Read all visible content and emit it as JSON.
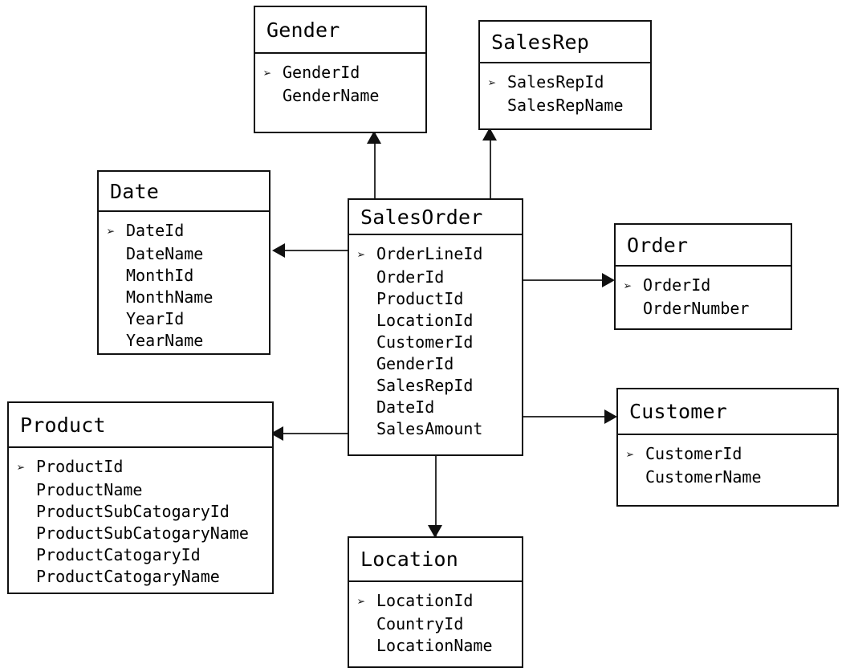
{
  "diagram": {
    "type": "entity-relationship-diagram",
    "key_marker": "➢",
    "line_color": "#333333",
    "border_color": "#111111",
    "background_color": "#ffffff",
    "entities": [
      {
        "id": "gender",
        "name": "Gender",
        "fields": [
          {
            "name": "GenderId",
            "key": true
          },
          {
            "name": "GenderName",
            "key": false
          }
        ]
      },
      {
        "id": "salesrep",
        "name": "SalesRep",
        "fields": [
          {
            "name": "SalesRepId",
            "key": true
          },
          {
            "name": "SalesRepName",
            "key": false
          }
        ]
      },
      {
        "id": "date",
        "name": "Date",
        "fields": [
          {
            "name": "DateId",
            "key": true
          },
          {
            "name": "DateName",
            "key": false
          },
          {
            "name": "MonthId",
            "key": false
          },
          {
            "name": "MonthName",
            "key": false
          },
          {
            "name": "YearId",
            "key": false
          },
          {
            "name": "YearName",
            "key": false
          }
        ]
      },
      {
        "id": "salesorder",
        "name": "SalesOrder",
        "fields": [
          {
            "name": "OrderLineId",
            "key": true
          },
          {
            "name": "OrderId",
            "key": false
          },
          {
            "name": "ProductId",
            "key": false
          },
          {
            "name": "LocationId",
            "key": false
          },
          {
            "name": "CustomerId",
            "key": false
          },
          {
            "name": "GenderId",
            "key": false
          },
          {
            "name": "SalesRepId",
            "key": false
          },
          {
            "name": "DateId",
            "key": false
          },
          {
            "name": "SalesAmount",
            "key": false
          }
        ]
      },
      {
        "id": "order",
        "name": "Order",
        "fields": [
          {
            "name": "OrderId",
            "key": true
          },
          {
            "name": "OrderNumber",
            "key": false
          }
        ]
      },
      {
        "id": "customer",
        "name": "Customer",
        "fields": [
          {
            "name": "CustomerId",
            "key": true
          },
          {
            "name": "CustomerName",
            "key": false
          }
        ]
      },
      {
        "id": "product",
        "name": "Product",
        "fields": [
          {
            "name": "ProductId",
            "key": true
          },
          {
            "name": "ProductName",
            "key": false
          },
          {
            "name": "ProductSubCatogaryId",
            "key": false
          },
          {
            "name": "ProductSubCatogaryName",
            "key": false
          },
          {
            "name": "ProductCatogaryId",
            "key": false
          },
          {
            "name": "ProductCatogaryName",
            "key": false
          }
        ]
      },
      {
        "id": "location",
        "name": "Location",
        "fields": [
          {
            "name": "LocationId",
            "key": true
          },
          {
            "name": "CountryId",
            "key": false
          },
          {
            "name": "LocationName",
            "key": false
          }
        ]
      }
    ],
    "relationships": [
      {
        "from": "salesorder",
        "to": "gender",
        "direction": "up"
      },
      {
        "from": "salesorder",
        "to": "salesrep",
        "direction": "up"
      },
      {
        "from": "salesorder",
        "to": "date",
        "direction": "left"
      },
      {
        "from": "salesorder",
        "to": "product",
        "direction": "left"
      },
      {
        "from": "salesorder",
        "to": "order",
        "direction": "right"
      },
      {
        "from": "salesorder",
        "to": "customer",
        "direction": "right"
      },
      {
        "from": "salesorder",
        "to": "location",
        "direction": "down"
      }
    ]
  }
}
